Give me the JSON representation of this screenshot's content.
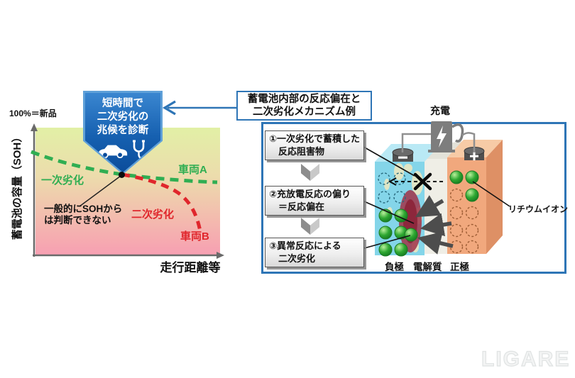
{
  "left_chart": {
    "top_label": "100%＝新品",
    "y_axis_label": "蓄電池の容量（SOH）",
    "x_axis_label": "走行距離等",
    "primary_degradation_label": "一次劣化",
    "vehicle_a_label": "車両A",
    "secondary_degradation_label": "二次劣化",
    "vehicle_b_label": "車両B",
    "annotation": "一般的にSOHから\nは判断できない",
    "colors": {
      "primary_curve": "#2fae52",
      "secondary_curve": "#e0262c",
      "background_top": "#e2f0a6",
      "background_bottom": "#f79fb2"
    }
  },
  "chart_data": {
    "type": "line",
    "title": "",
    "xlabel": "走行距離等",
    "ylabel": "蓄電池の容量（SOH）",
    "ylim": [
      0,
      100
    ],
    "grid": false,
    "series": [
      {
        "name": "車両A（一次劣化）",
        "color": "#2fae52",
        "style": "dashed",
        "x": [
          0,
          15,
          30,
          47,
          65,
          85,
          100
        ],
        "y": [
          93,
          88,
          85,
          83,
          81.5,
          80.5,
          80
        ]
      },
      {
        "name": "車両B（二次劣化）",
        "color": "#e0262c",
        "style": "dashed",
        "x": [
          47,
          58,
          68,
          76,
          84,
          89
        ],
        "y": [
          83,
          80,
          75,
          67,
          55,
          44
        ]
      }
    ],
    "annotations": [
      {
        "text": "一般的にSOHからは判断できない",
        "at": "divergence-point"
      },
      {
        "text": "100%＝新品",
        "at": "y-axis-top"
      }
    ]
  },
  "badge": {
    "text": "短時間で\n二次劣化の\n兆候を診断",
    "icons": [
      "car-icon",
      "stethoscope-icon"
    ],
    "fill_top": "#3a86d0",
    "fill_bottom": "#0b4d9b"
  },
  "mechanism_panel": {
    "title": "蓄電池内部の反応偏在と\n二次劣化メカニズム例",
    "accent_color": "#2e75b6",
    "steps": [
      {
        "line1": "①一次劣化で蓄積した",
        "line2": "反応阻害物"
      },
      {
        "line1": "②充放電反応の偏り",
        "line2": "＝反応偏在"
      },
      {
        "line1": "③異常反応による",
        "line2": "二次劣化"
      }
    ],
    "battery": {
      "charge_label": "充電",
      "negative_label": "負極",
      "electrolyte_label": "電解質",
      "positive_label": "正極",
      "ion_label": "リチウムイオン",
      "negative_color": "#84d5e9",
      "positive_color": "#f1a87d",
      "ion_color": "#2fa832",
      "hotspot_color": "#9c2e42"
    }
  },
  "watermark": "LIGARE"
}
